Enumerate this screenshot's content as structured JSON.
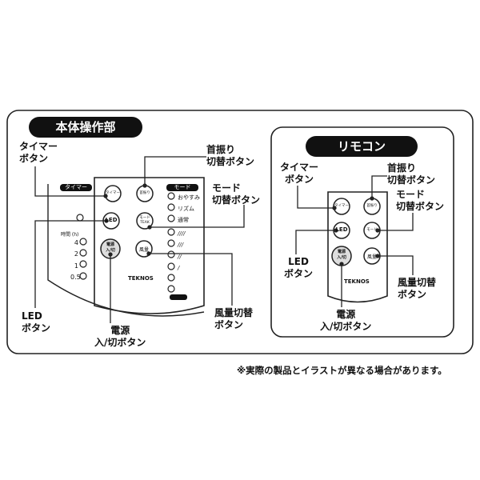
{
  "main_unit": {
    "title": "本体操作部",
    "labels": {
      "timer": "タイマー\nボタン",
      "swing": "首振り\n切替ボタン",
      "mode": "モード\n切替ボタン",
      "led": "LED\nボタン",
      "power": "電源\n入/切ボタン",
      "wind": "風量切替\nボタン"
    },
    "panel": {
      "timer_header": "タイマー",
      "mode_header": "モード",
      "timer_values": [
        "4",
        "2",
        "1",
        "0.5"
      ],
      "timer_unit": "時間 (h)",
      "mode_items": [
        "おやすみ",
        "リズム",
        "通常"
      ],
      "speed_items": [
        "////",
        "///",
        "//",
        "/"
      ],
      "brand": "TEKNOS",
      "power_btn": "入/切",
      "power_btn_top": "電源",
      "led_btn": "LED",
      "wind_btn": "風量",
      "swing_btn": "首振り",
      "timer_btn": "タイマー",
      "mode_btn": "モード",
      "mode_btn_sub": "TEAK"
    }
  },
  "remote": {
    "title": "リモコン",
    "labels": {
      "timer": "タイマー\nボタン",
      "swing": "首振り\n切替ボタン",
      "mode": "モード\n切替ボタン",
      "led": "LED\nボタン",
      "power": "電源\n入/切ボタン",
      "wind": "風量切替\nボタン"
    },
    "panel": {
      "brand": "TEKNOS",
      "power_btn": "入/切",
      "power_btn_top": "電源",
      "led_btn": "LED",
      "wind_btn": "風量",
      "swing_btn": "首振り",
      "timer_btn": "タイマー",
      "mode_btn": "モード"
    }
  },
  "footnote": "※実際の製品とイラストが異なる場合があります。"
}
